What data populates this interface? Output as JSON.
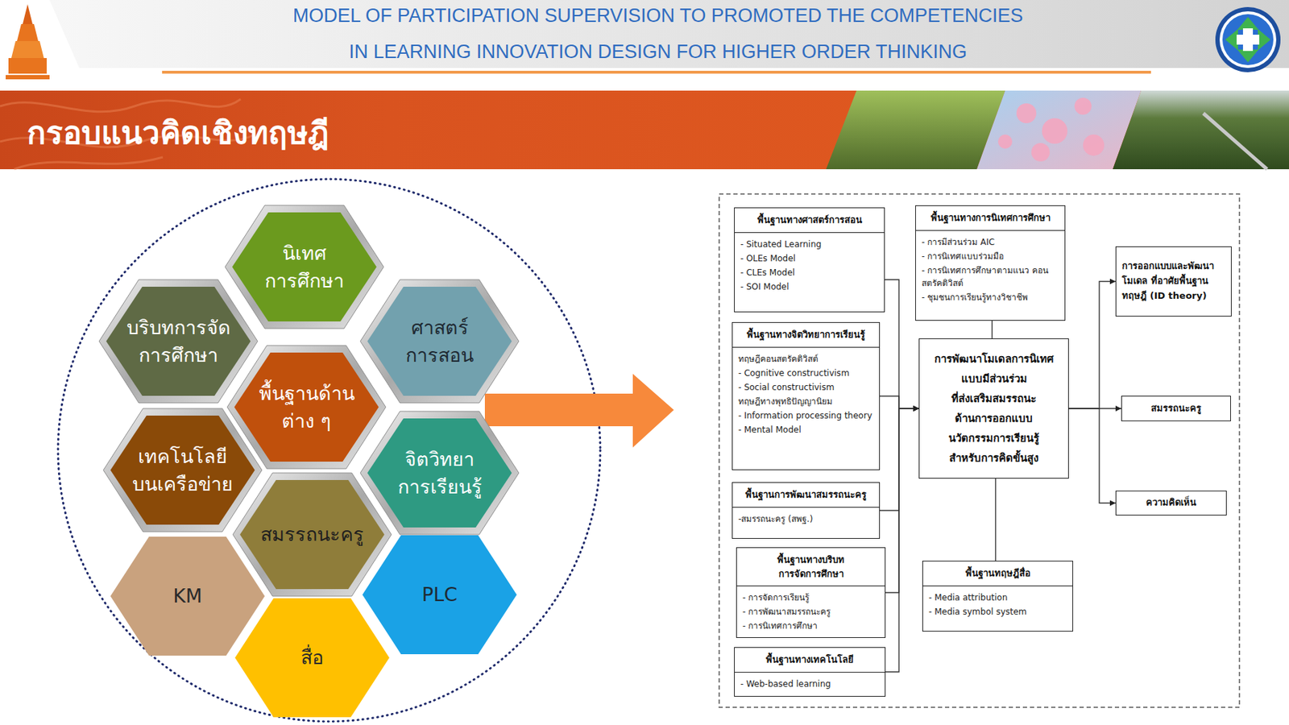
{
  "diagram": {
    "title": "MODEL OF PARTICIPATION SUPERVISION TO PROMOTED THE COMPETENCIES IN LEARNING INNOVATION DESIGN FOR HIGHER ORDER THINKING",
    "nodes": [
      {
        "text": [
          "นิเทศ การศึกษา"
        ]
      },
      {
        "text": [
          "บริบทการจัด การศึกษา"
        ]
      },
      {
        "text": [
          "ศาสตร์ การสอน"
        ]
      },
      {
        "text": [
          "พื้นฐานด้าน ต่าง ๆ"
        ]
      },
      {
        "text": [
          "เทคโนโลยี บนเครือข่าย"
        ]
      },
      {
        "text": [
          "จิตวิทยา การเรียนรู้"
        ]
      },
      {
        "text": [
          "สมรรถนะครู"
        ]
      },
      {
        "text": [
          "KM"
        ]
      },
      {
        "text": [
          "PLC"
        ]
      },
      {
        "text": [
          "สื่อ"
        ]
      },
      {
        "text": [
          "พื้นฐานทางศาสตร์การสอน",
          "- Situated Learning",
          "- OLEs Model",
          "- CLEs Model",
          "- SOI Model"
        ]
      },
      {
        "text": [
          "พื้นฐานทางจิตวิทยาการเรียนรู้",
          "ทฤษฎีคอนสตรัคติวิสต์",
          "- Cognitive constructivism",
          "- Social constructivism",
          "ทฤษฎีทางพุทธิปัญญานิยม",
          "- Information processing theory",
          "- Mental Model"
        ]
      },
      {
        "text": [
          "พื้นฐานการพัฒนาสมรรถนะครู",
          "-สมรรถนะครู (สพฐ.)"
        ]
      },
      {
        "text": [
          "พื้นฐานทางบริบท การจัดการศึกษา",
          "- การจัดการเรียนรู้",
          "- การพัฒนาสมรรถนะครู",
          "- การนิเทศการศึกษา"
        ]
      },
      {
        "text": [
          "พื้นฐานทางเทคโนโลยี",
          "- Web-based learning"
        ]
      },
      {
        "text": [
          "พื้นฐานทางการนิเทศการศึกษา",
          "- การมีส่วนร่วม AIC",
          "- การนิเทศแบบร่วมมือ",
          "- การนิเทศการศึกษาตามแนว คอนสตรัคติวิสต์",
          "- ชุมชนการเรียนรู้ทางวิชาชีพ"
        ]
      },
      {
        "text": [
          "การพัฒนาโมเดลการนิเทศ แบบมีส่วนร่วม ที่ส่งเสริมสมรรถนะ ด้านการออกแบบ นวัตกรรมการเรียนรู้ สำหรับการคิดขั้นสูง"
        ]
      },
      {
        "text": [
          "พื้นฐานทฤษฎีสื่อ",
          "- Media attribution",
          "- Media symbol system"
        ]
      },
      {
        "text": [
          "การออกแบบและพัฒนาโมเดล ที่อาศัยพื้นฐานทฤษฎี (ID theory)"
        ]
      },
      {
        "text": [
          "สมรรถนะครู"
        ]
      },
      {
        "text": [
          "ความคิดเห็น"
        ]
      }
    ],
    "edges": [
      {
        "from": 10,
        "to": 16,
        "arrow": "to"
      },
      {
        "from": 11,
        "to": 16,
        "arrow": "to"
      },
      {
        "from": 12,
        "to": 16,
        "arrow": "to"
      },
      {
        "from": 13,
        "to": 16,
        "arrow": "to"
      },
      {
        "from": 14,
        "to": 16,
        "arrow": "to"
      },
      {
        "from": 15,
        "to": 16,
        "arrow": "none"
      },
      {
        "from": 16,
        "to": 17,
        "arrow": "none"
      },
      {
        "from": 16,
        "to": 18,
        "arrow": "to"
      },
      {
        "from": 16,
        "to": 19,
        "arrow": "to"
      },
      {
        "from": 16,
        "to": 20,
        "arrow": "to"
      }
    ],
    "labels": [
      "กรอบแนวคิดเชิงทฤษฎี"
    ]
  }
}
